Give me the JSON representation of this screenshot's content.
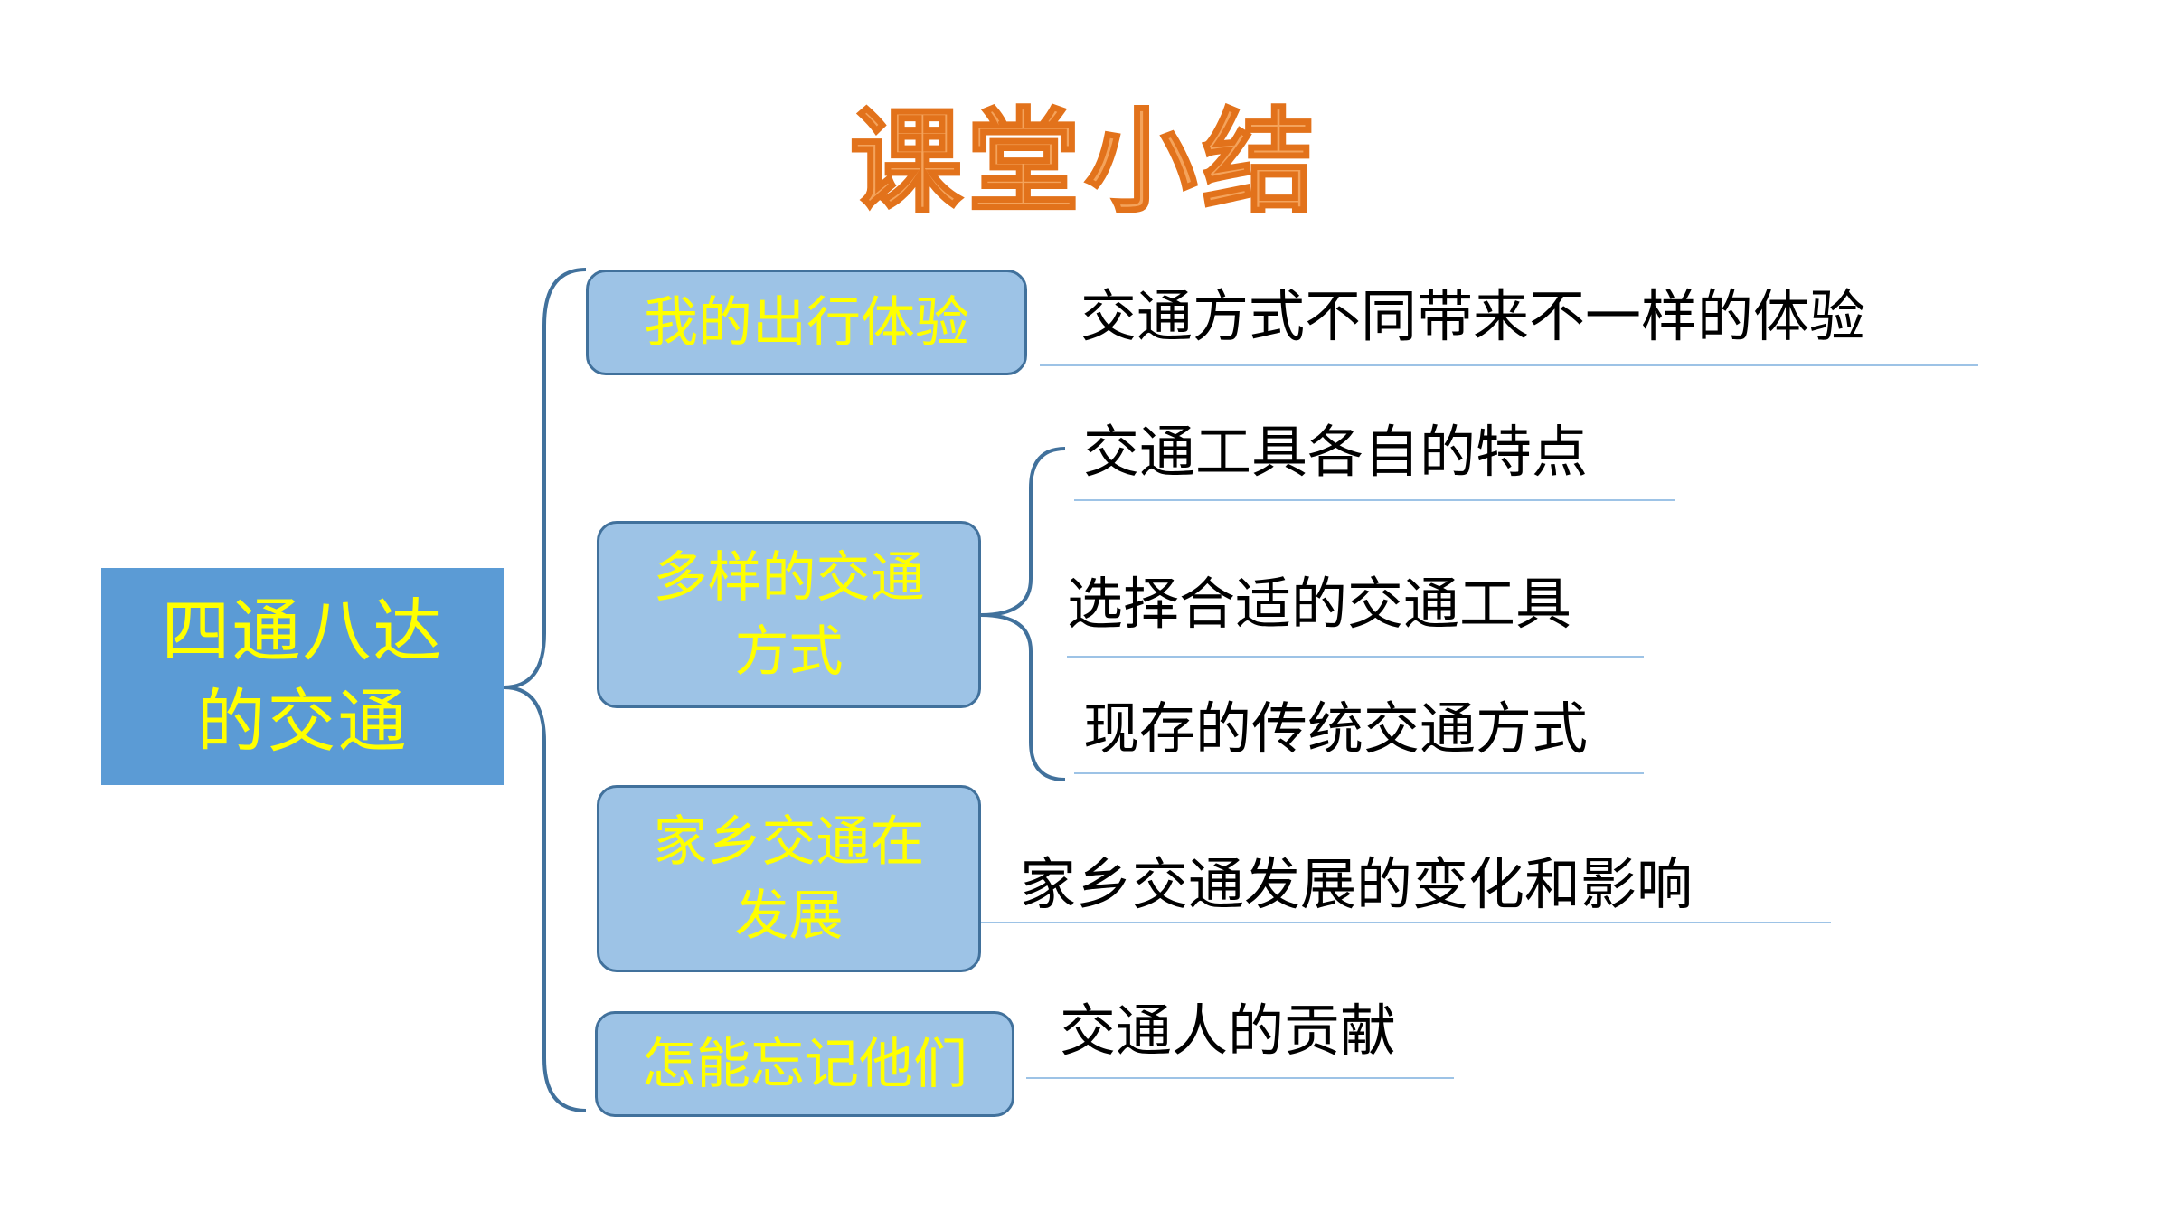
{
  "title": "课堂小结",
  "root": {
    "line1": "四通八达",
    "line2": "的交通"
  },
  "branches": [
    {
      "label_line1": "我的出行体验",
      "label_line2": "",
      "leaves": [
        "交通方式不同带来不一样的体验"
      ]
    },
    {
      "label_line1": "多样的交通",
      "label_line2": "方式",
      "leaves": [
        "交通工具各自的特点",
        "选择合适的交通工具",
        "现存的传统交通方式"
      ]
    },
    {
      "label_line1": "家乡交通在",
      "label_line2": "发展",
      "leaves": [
        "家乡交通发展的变化和影响"
      ]
    },
    {
      "label_line1": "怎能忘记他们",
      "label_line2": "",
      "leaves": [
        "交通人的贡献"
      ]
    }
  ],
  "colors": {
    "title_fill": "#f4a35b",
    "title_outline": "#e2721b",
    "root_fill": "#5b9bd5",
    "node_fill": "#9dc3e6",
    "node_border": "#41719c",
    "node_text": "#ffff00",
    "bracket": "#41719c",
    "underline": "#9dc3e6",
    "leaf_text": "#000000"
  }
}
